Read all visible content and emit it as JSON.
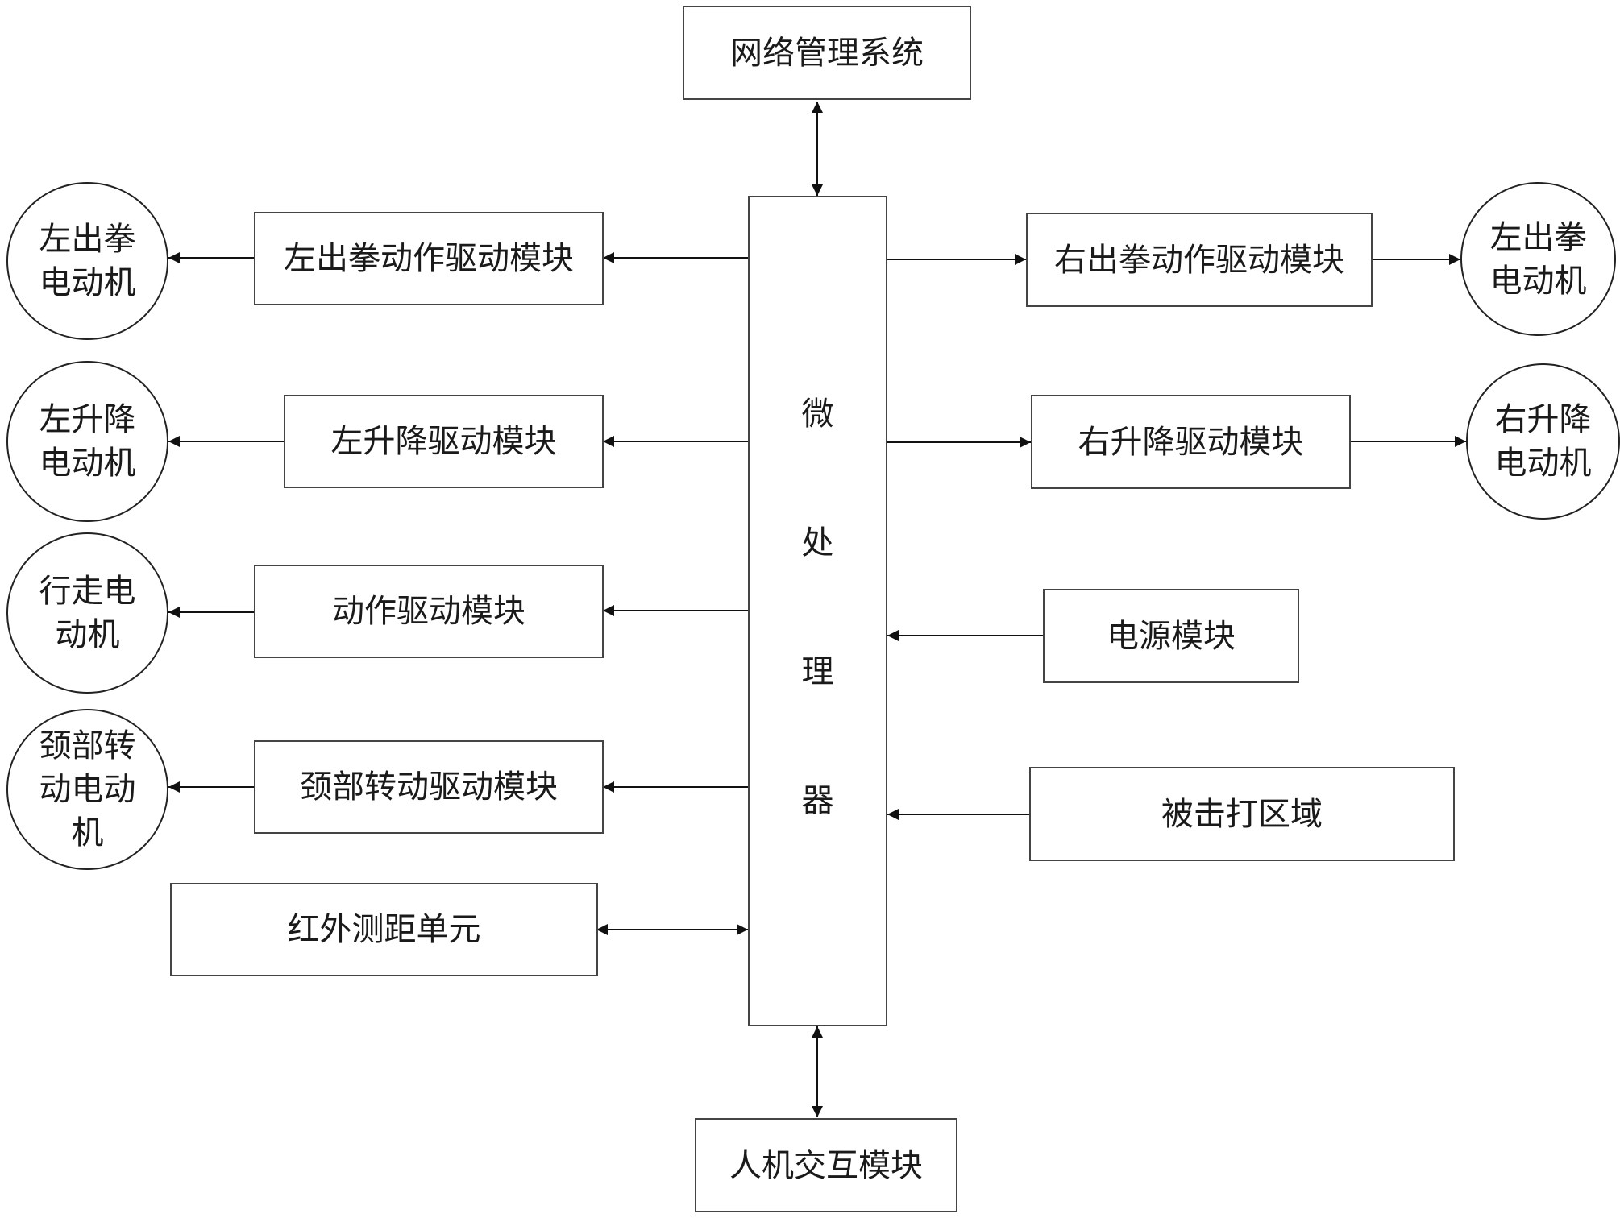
{
  "top_box": "网络管理系统",
  "bottom_box": "人机交互模块",
  "processor_chars": [
    "微",
    "处",
    "理",
    "器"
  ],
  "left_modules": [
    {
      "label": "左出拳动作驱动模块",
      "motor": "左出拳电动机"
    },
    {
      "label": "左升降驱动模块",
      "motor": "左升降电动机"
    },
    {
      "label": "动作驱动模块",
      "motor": "行走电动机"
    },
    {
      "label": "颈部转动驱动模块",
      "motor": "颈部转动电动机"
    }
  ],
  "infrared_unit": "红外测距单元",
  "right_modules": [
    {
      "label": "右出拳动作驱动模块",
      "motor": "左出拳电动机"
    },
    {
      "label": "右升降驱动模块",
      "motor": "右升降电动机"
    }
  ],
  "power_module": "电源模块",
  "hit_area": "被击打区域"
}
